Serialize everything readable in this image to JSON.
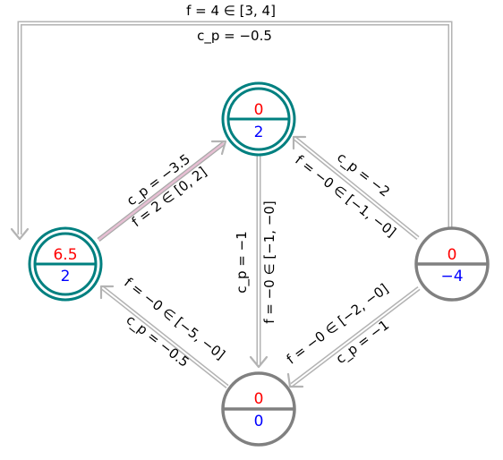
{
  "colors": {
    "teal": "#008080",
    "gray": "#808080",
    "red": "#ff0000",
    "blue": "#0000ff",
    "edge": "#b3b3b3",
    "highlight": "#e6bfd3"
  },
  "nodes": {
    "top": {
      "upper": "0",
      "lower": "2",
      "style": "teal"
    },
    "left": {
      "upper": "6.5",
      "lower": "2",
      "style": "teal"
    },
    "right": {
      "upper": "0",
      "lower": "−4",
      "style": "gray"
    },
    "bottom": {
      "upper": "0",
      "lower": "0",
      "style": "gray"
    }
  },
  "edges": {
    "right_left": {
      "flow": "f = 4 ∈ [3, 4]",
      "cost": "c_p = −0.5"
    },
    "left_top": {
      "flow": "f = 2 ∈ [0, 2]",
      "cost": "c_p = −3.5"
    },
    "top_bottom": {
      "flow": "f = −0 ∈ [−1, −0]",
      "cost": "c_p = −1"
    },
    "right_top": {
      "flow": "f = −0 ∈ [−1, −0]",
      "cost": "c_p = −2"
    },
    "bottom_left": {
      "flow": "f = −0 ∈ [−5, −0]",
      "cost": "c_p = −0.5"
    },
    "right_bottom": {
      "flow": "f = −0 ∈ [−2, −0]",
      "cost": "c_p = −1"
    }
  }
}
